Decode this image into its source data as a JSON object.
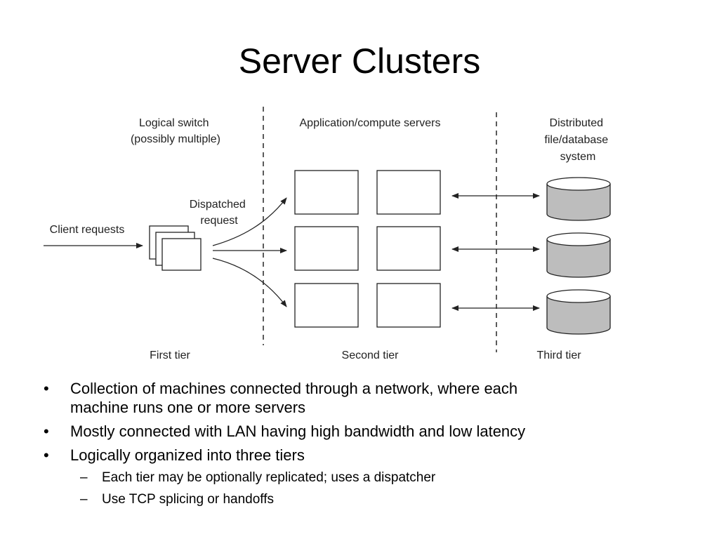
{
  "title": "Server Clusters",
  "diagram": {
    "label_logical_switch_line1": "Logical switch",
    "label_logical_switch_line2": "(possibly multiple)",
    "label_app_servers": "Application/compute servers",
    "label_distributed_line1": "Distributed",
    "label_distributed_line2": "file/database",
    "label_distributed_line3": "system",
    "label_dispatched_line1": "Dispatched",
    "label_dispatched_line2": "request",
    "label_client_requests": "Client requests",
    "tier1": "First tier",
    "tier2": "Second tier",
    "tier3": "Third tier"
  },
  "colors": {
    "line": "#222222",
    "cylinder_fill": "#bdbdbd",
    "box_fill": "#ffffff"
  },
  "bullets": [
    {
      "bullet": "•",
      "text_line1": "Collection of machines connected through a network, where each",
      "text_line2": "machine runs one or more servers"
    },
    {
      "bullet": "•",
      "text": "Mostly connected with LAN having high bandwidth and low latency"
    },
    {
      "bullet": "•",
      "text": "Logically organized into three tiers"
    }
  ],
  "sub_bullets": [
    {
      "bullet": "–",
      "text": "Each tier may be optionally replicated; uses a dispatcher"
    },
    {
      "bullet": "–",
      "text": "Use TCP splicing or handoffs"
    }
  ]
}
